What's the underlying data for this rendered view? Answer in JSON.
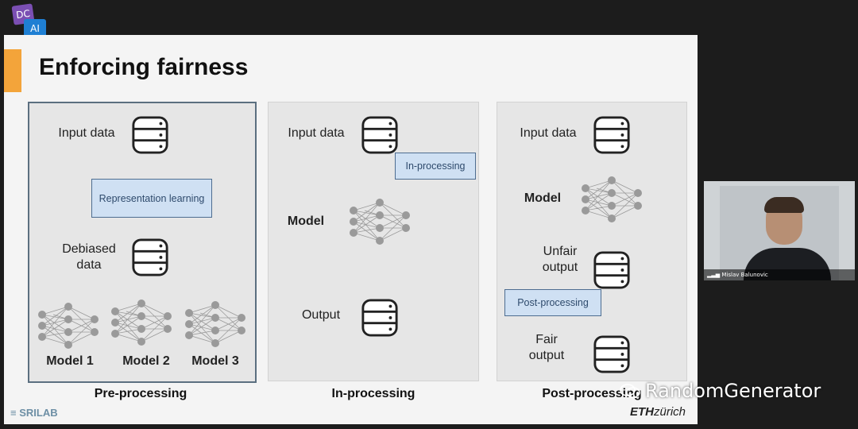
{
  "logo": {
    "top": "DC",
    "bottom": "AI"
  },
  "slide": {
    "title": "Enforcing fairness",
    "pre": {
      "input": "Input data",
      "box": "Representation learning",
      "debiased": "Debiased data",
      "models": [
        "Model 1",
        "Model 2",
        "Model 3"
      ],
      "caption": "Pre-processing"
    },
    "in": {
      "input": "Input data",
      "box": "In-processing",
      "model": "Model",
      "output": "Output",
      "caption": "In-processing"
    },
    "post": {
      "input": "Input data",
      "model": "Model",
      "unfair": "Unfair output",
      "box": "Post-processing",
      "fair": "Fair output",
      "caption": "Post-processing"
    },
    "footer_left": "SRILAB",
    "footer_right_bold": "ETH",
    "footer_right": "zürich"
  },
  "video": {
    "participant": "Mislav Balunovic"
  },
  "watermark": "RandomGenerator",
  "colors": {
    "accent": "#f3a43a",
    "box_fill": "#cfe0f3",
    "box_border": "#4e6d90"
  }
}
